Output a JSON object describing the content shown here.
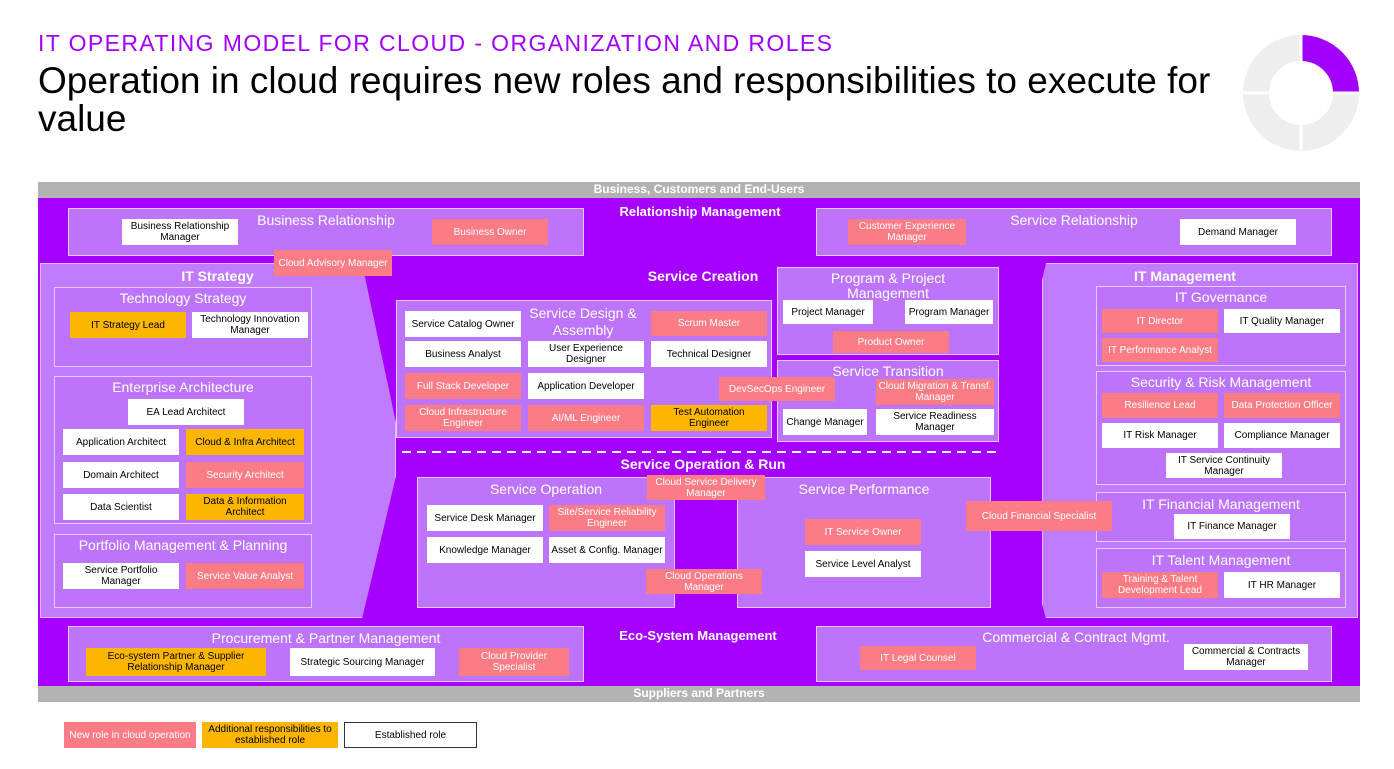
{
  "header": {
    "subtitle": "IT OPERATING MODEL FOR CLOUD - ORGANIZATION AND ROLES",
    "title": "Operation in cloud requires new roles and responsibilities to execute for value"
  },
  "colors": {
    "accent": "#a100ff",
    "new_role": "#fc7c85",
    "additional": "#fcb600",
    "established": "#ffffff",
    "band": "#a600ff"
  },
  "bands": {
    "top": "Business, Customers and End-Users",
    "bottom": "Suppliers and Partners",
    "relationship": "Relationship Management",
    "ecosystem": "Eco-System Management"
  },
  "sections": {
    "it_strategy": "IT Strategy",
    "service_creation": "Service Creation",
    "it_management": "IT Management",
    "service_operation_run": "Service Operation & Run"
  },
  "panels": {
    "business_relationship": "Business Relationship",
    "service_relationship": "Service Relationship",
    "technology_strategy": "Technology Strategy",
    "enterprise_architecture": "Enterprise Architecture",
    "portfolio_management": "Portfolio Management & Planning",
    "service_design": "Service Design & Assembly",
    "program_project": "Program & Project Management",
    "service_transition": "Service Transition",
    "service_operation": "Service Operation",
    "service_performance": "Service Performance",
    "it_governance": "IT Governance",
    "security_risk": "Security & Risk Management",
    "it_financial": "IT Financial Management",
    "it_talent": "IT Talent Management",
    "procurement": "Procurement & Partner Management",
    "commercial": "Commercial & Contract Mgmt."
  },
  "roles": {
    "business_relationship_manager": "Business Relationship Manager",
    "business_owner": "Business Owner",
    "cloud_advisory_manager": "Cloud Advisory Manager",
    "customer_experience_manager": "Customer Experience Manager",
    "demand_manager": "Demand Manager",
    "it_strategy_lead": "IT Strategy Lead",
    "technology_innovation_manager": "Technology Innovation Manager",
    "ea_lead_architect": "EA Lead Architect",
    "application_architect": "Application Architect",
    "cloud_infra_architect": "Cloud & Infra Architect",
    "domain_architect": "Domain Architect",
    "security_architect": "Security Architect",
    "data_scientist": "Data Scientist",
    "data_information_architect": "Data & Information Architect",
    "service_portfolio_manager": "Service Portfolio Manager",
    "service_value_analyst": "Service Value Analyst",
    "service_catalog_owner": "Service Catalog Owner",
    "scrum_master": "Scrum Master",
    "business_analyst": "Business Analyst",
    "ux_designer": "User Experience Designer",
    "technical_designer": "Technical Designer",
    "full_stack_developer": "Full Stack Developer",
    "application_developer": "Application Developer",
    "cloud_infrastructure_engineer": "Cloud Infrastructure Engineer",
    "aiml_engineer": "AI/ML Engineer",
    "test_automation_engineer": "Test Automation Engineer",
    "project_manager": "Project Manager",
    "program_manager": "Program Manager",
    "product_owner": "Product Owner",
    "devsecops_engineer": "DevSecOps Engineer",
    "cloud_migration_manager": "Cloud Migration & Transf. Manager",
    "change_manager": "Change Manager",
    "service_readiness_manager": "Service Readiness Manager",
    "it_director": "IT Director",
    "it_quality_manager": "IT Quality Manager",
    "it_performance_analyst": "IT Performance Analyst",
    "resilience_lead": "Resilience Lead",
    "data_protection_officer": "Data Protection Officer",
    "it_risk_manager": "IT Risk Manager",
    "compliance_manager": "Compliance Manager",
    "it_service_continuity_manager": "IT Service Continuity Manager",
    "it_finance_manager": "IT Finance Manager",
    "cloud_financial_specialist": "Cloud Financial Specialist",
    "training_talent_lead": "Training & Talent Development Lead",
    "it_hr_manager": "IT HR Manager",
    "cloud_service_delivery_manager": "Cloud Service Delivery Manager",
    "service_desk_manager": "Service Desk Manager",
    "sre_engineer": "Site/Service Reliability Engineer",
    "knowledge_manager": "Knowledge Manager",
    "asset_config_manager": "Asset & Config. Manager",
    "cloud_operations_manager": "Cloud Operations Manager",
    "it_service_owner": "IT Service Owner",
    "service_level_analyst": "Service Level Analyst",
    "ecosystem_partner_manager": "Eco-system Partner & Supplier Relationship Manager",
    "strategic_sourcing_manager": "Strategic Sourcing Manager",
    "cloud_provider_specialist": "Cloud Provider Specialist",
    "it_legal_counsel": "IT Legal Counsel",
    "commercial_contracts_manager": "Commercial & Contracts Manager"
  },
  "legend": {
    "new": "New role in cloud operation",
    "additional": "Additional responsibilities to established role",
    "established": "Established role"
  }
}
